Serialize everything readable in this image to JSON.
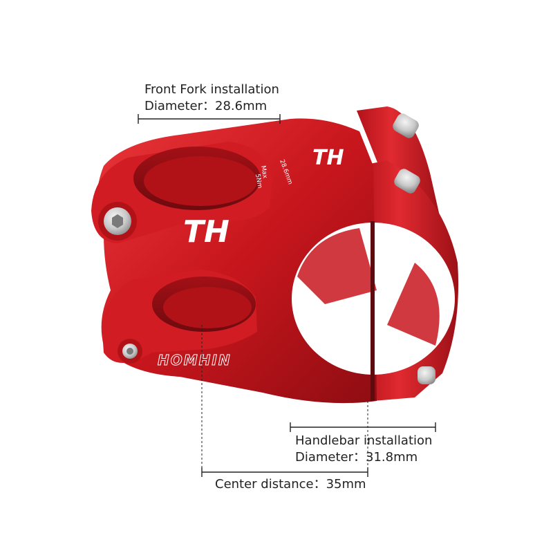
{
  "annotations": {
    "fork": {
      "title": "Front Fork installation",
      "value": "Diameter：28.6mm"
    },
    "handlebar": {
      "title": "Handlebar installation",
      "value": "Diameter：31.8mm"
    },
    "center": {
      "value": "Center distance：35mm"
    }
  },
  "product": {
    "brand": "HOMHIN",
    "logo_mark": "TH",
    "side_engraving": [
      "28.6mm",
      "Max",
      "5Nm"
    ],
    "color": "#c8161d"
  },
  "colors": {
    "body_red": "#c8161d",
    "body_red_dark": "#8e0d12",
    "body_red_light": "#e8363a",
    "bolt_silver": "#c9c9c9",
    "dim_line": "#222222",
    "text": "#222222"
  }
}
